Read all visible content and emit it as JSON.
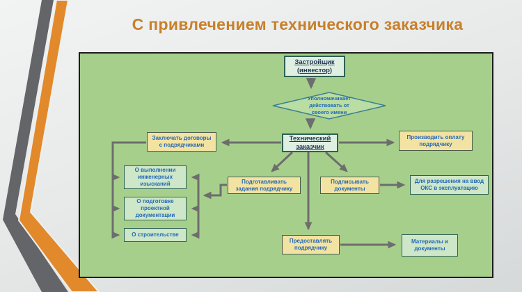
{
  "title": "С привлечением технического заказчика",
  "colors": {
    "title_orange": "#c8802a",
    "panel_green": "#a7cf8c",
    "yellow_box_fill": "#f3e3a2",
    "green_box_fill": "#cde7c8",
    "header_box_fill": "#dff0e2",
    "diamond_fill": "#b9dda2",
    "diamond_border": "#3b7f93",
    "green_border": "#2d6153",
    "blue_text": "#2468b5",
    "header_text": "#1f3353",
    "arrow_gray": "#6d6d6d",
    "ribbon_gray": "#636569",
    "ribbon_orange": "#e2892b"
  },
  "flowchart": {
    "nodes": {
      "developer": "Застройщик\n(инвестор)",
      "authorize": "Уполномачивает\nдействовать от\nсвоего имени",
      "technical": "Технический\nзаказчик",
      "conclude_contracts": "Заключать договоры\nс подрядчиками",
      "make_payment": "Производить оплату\nподрядчику",
      "prepare_tasks": "Подготавливать\nзадания подрядчику",
      "sign_documents": "Подписывать\nдокументы",
      "commissioning_permit": "Для разрешения на ввод\nОКС в эксплуатацию",
      "engineering_surveys": "О выполнении\nинженерных\nизысканий",
      "design_documentation": "О подготовке\nпроектной\nдокументации",
      "construction": "О строительстве",
      "provide_contractor": "Предоставлять\nподрядчику",
      "materials_documents": "Материалы и\nдокументы"
    }
  }
}
